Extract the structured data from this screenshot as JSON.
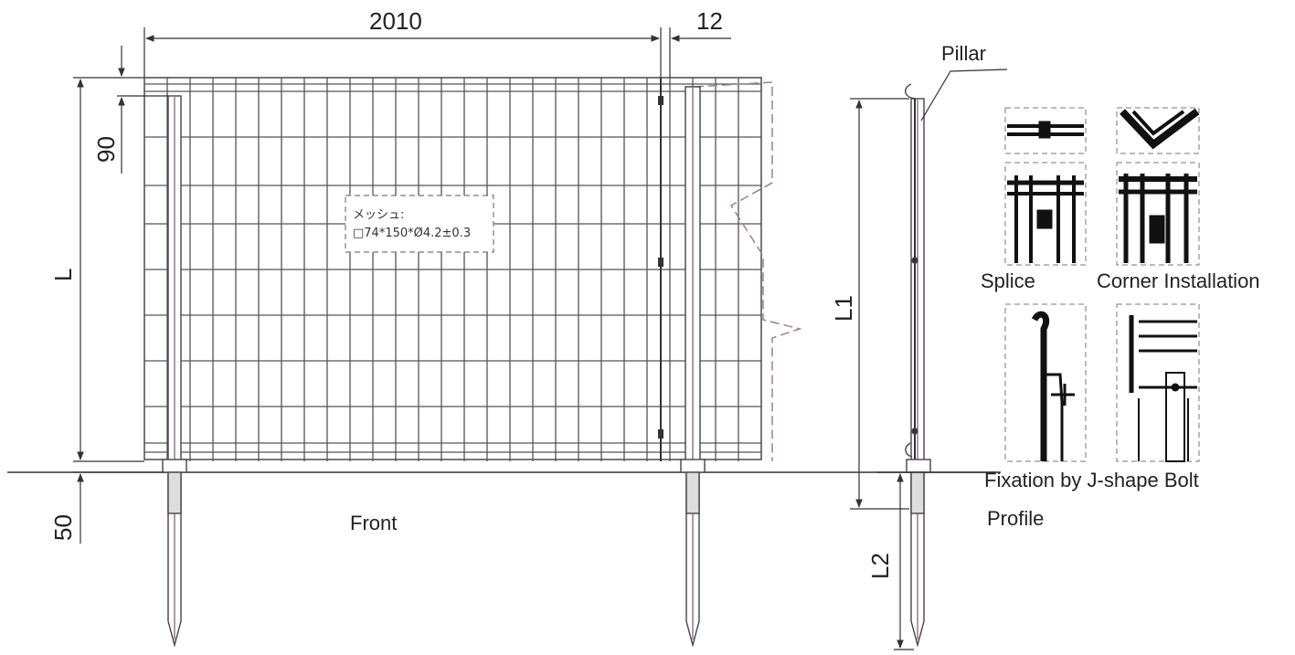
{
  "dimensions": {
    "panel_width": "2010",
    "pillar_gap": "12",
    "top_offset": "90",
    "height": "L",
    "ground_offset": "50",
    "profile_height": "L1",
    "profile_embed": "L2"
  },
  "mesh_note": {
    "line1": "メッシュ:",
    "line2": "□74*150*Ø4.2±0.3"
  },
  "views": {
    "front": "Front",
    "profile": "Profile",
    "pillar": "Pillar"
  },
  "details": {
    "splice": "Splice",
    "corner": "Corner Installation",
    "fixation": "Fixation by J-shape Bolt"
  }
}
